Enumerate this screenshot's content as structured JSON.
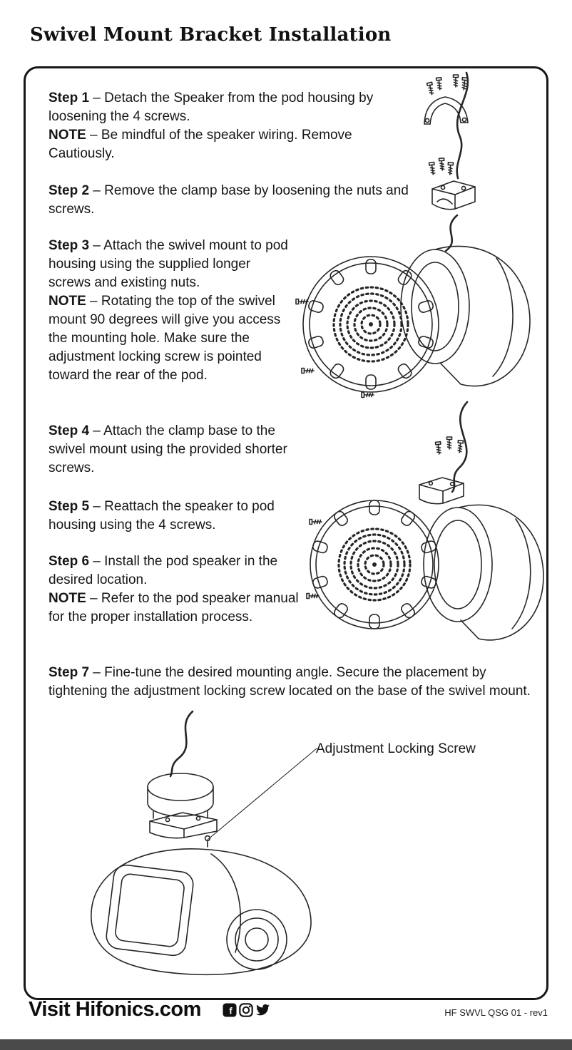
{
  "page": {
    "title": "Swivel Mount Bracket Installation"
  },
  "steps": {
    "s1": {
      "label": "Step 1",
      "body": " – Detach the Speaker from the pod housing by loosening the 4 screws.",
      "note_label": "NOTE",
      "note": " – Be mindful of the speaker wiring. Remove Cautiously."
    },
    "s2": {
      "label": "Step 2",
      "body": " – Remove the clamp base by loosening the nuts and screws."
    },
    "s3": {
      "label": "Step 3",
      "body": " – Attach the swivel mount to pod housing using the supplied longer screws and existing nuts.",
      "note_label": "NOTE",
      "note": " – Rotating the top of the swivel mount 90 degrees will give you access the mounting hole. Make sure the adjustment locking screw is pointed toward the rear of the pod."
    },
    "s4": {
      "label": "Step 4",
      "body": " – Attach the clamp base to the swivel mount using the provided shorter screws."
    },
    "s5": {
      "label": "Step 5",
      "body": " – Reattach the speaker to pod housing using the 4 screws."
    },
    "s6": {
      "label": "Step 6",
      "body": " – Install the pod speaker in the desired location.",
      "note_label": "NOTE",
      "note": " – Refer to the pod speaker manual for the proper installation process."
    },
    "s7": {
      "label": "Step 7",
      "body": " – Fine-tune the desired mounting angle. Secure the placement by tightening the adjustment locking screw located on the base of the swivel mount."
    }
  },
  "callout": {
    "label": "Adjustment Locking Screw"
  },
  "footer": {
    "visit": "Visit Hifonics.com",
    "doc_code": "HF SWVL QSG 01 - rev1",
    "facebook_glyph": "f"
  },
  "colors": {
    "ink": "#1a1a1a",
    "bottom_bar": "#4a4a4a"
  }
}
